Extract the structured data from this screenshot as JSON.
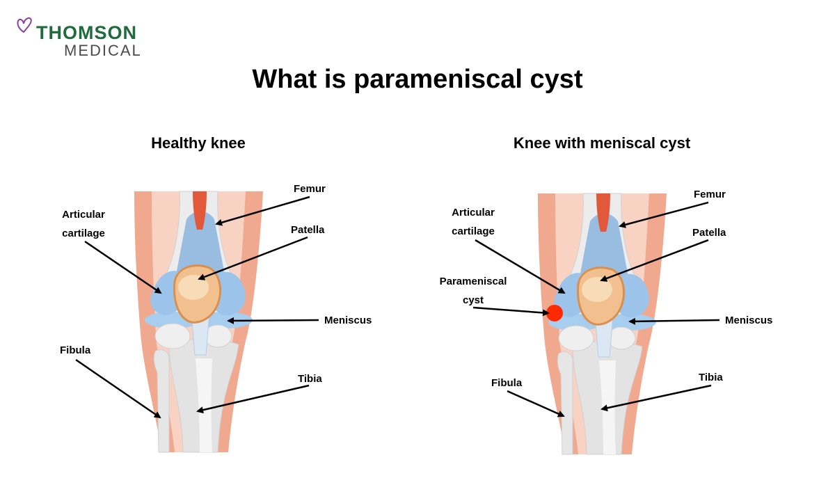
{
  "brand": {
    "name_line1": "THOMSON",
    "name_line2": "MEDICAL"
  },
  "title": "What is parameniscal cyst",
  "colors": {
    "brand_green": "#1f6b3c",
    "brand_purple": "#8a3fa0",
    "skin_outer": "#f0a88e",
    "skin_inner": "#f8d2c2",
    "bone": "#e3e3e3",
    "meniscus_blue": "#a7cdef",
    "cartilage_blue": "#9cc4ea",
    "patella_orange": "#f2c08e",
    "muscle_red": "#e2583a",
    "cyst_red": "#ff2a00"
  },
  "panels": [
    {
      "title": "Healthy knee",
      "labels": {
        "femur": "Femur",
        "patella": "Patella",
        "articular_line1": "Articular",
        "articular_line2": "cartilage",
        "meniscus": "Meniscus",
        "fibula": "Fibula",
        "tibia": "Tibia"
      }
    },
    {
      "title": "Knee with meniscal cyst",
      "labels": {
        "femur": "Femur",
        "patella": "Patella",
        "articular_line1": "Articular",
        "articular_line2": "cartilage",
        "cyst_line1": "Parameniscal",
        "cyst_line2": "cyst",
        "meniscus": "Meniscus",
        "fibula": "Fibula",
        "tibia": "Tibia"
      }
    }
  ]
}
